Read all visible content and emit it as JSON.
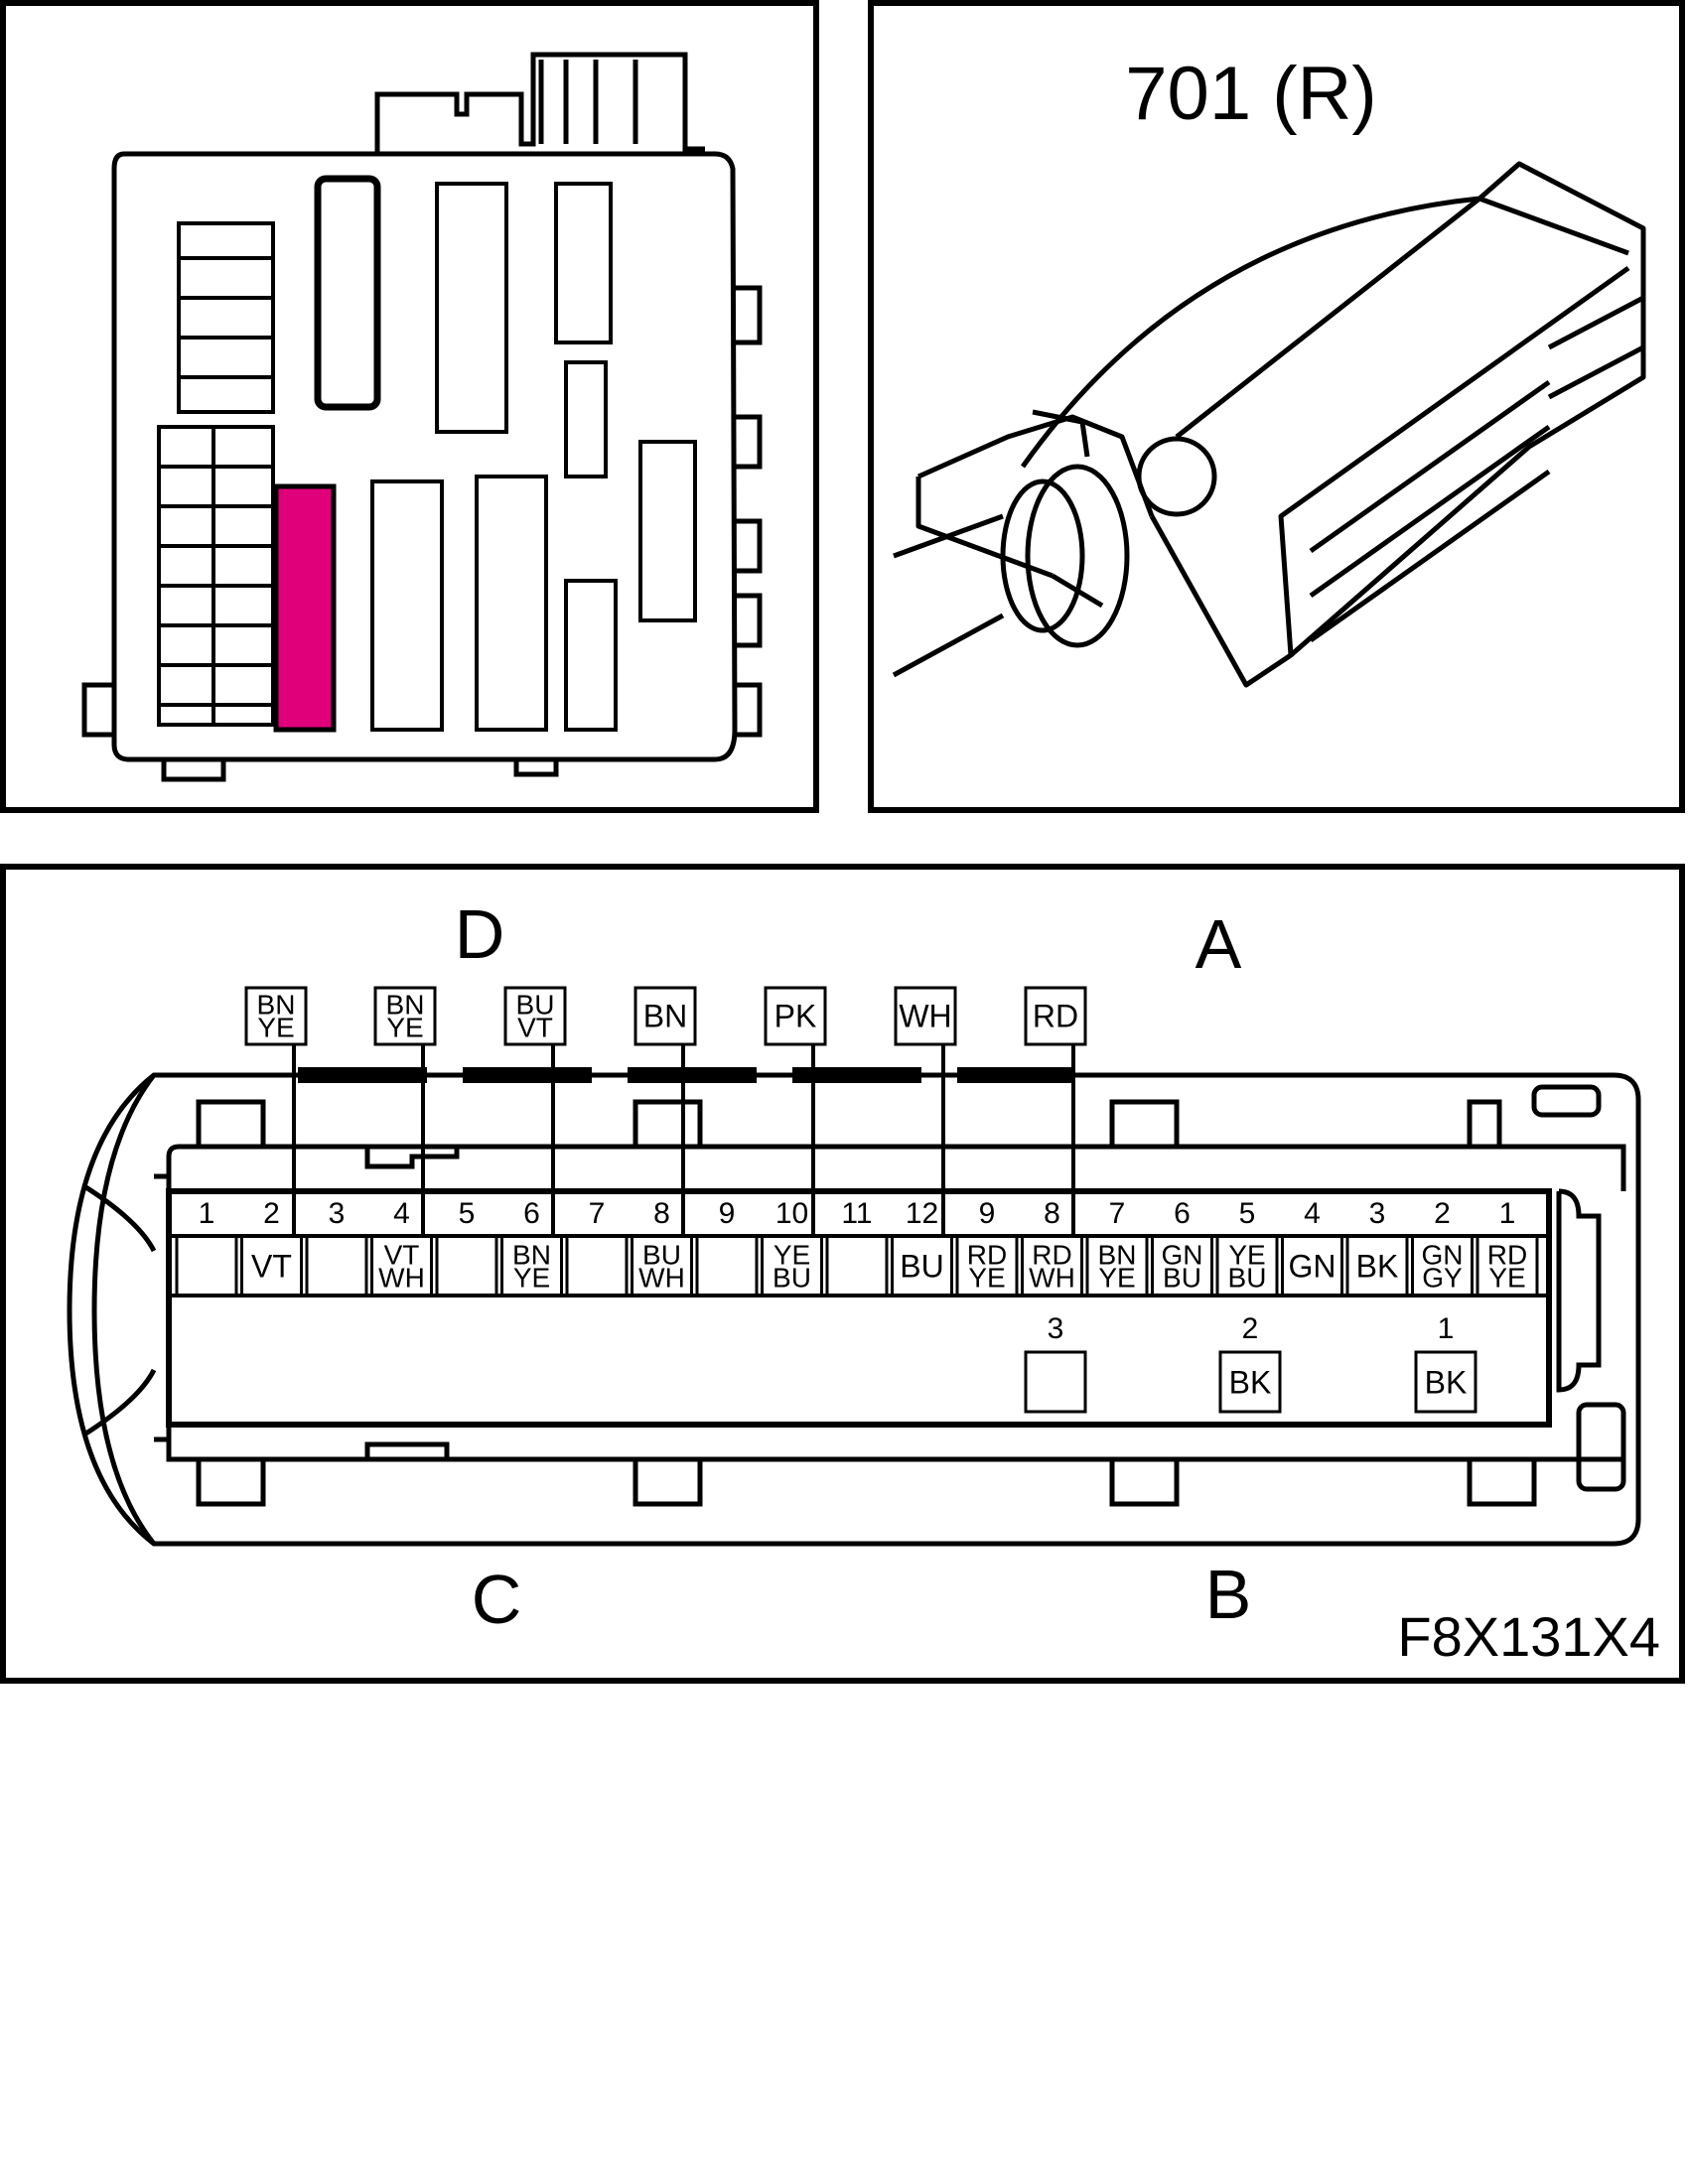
{
  "connector_title": "701 (R)",
  "side_labels": {
    "top_left": "D",
    "top_right": "A",
    "bottom_left": "C",
    "bottom_right": "B"
  },
  "figure_code": "F8X131X4",
  "highlight_color": "#e0007a",
  "d_row": {
    "numbers": [
      "1",
      "2",
      "3",
      "4",
      "5",
      "6",
      "7",
      "8",
      "9",
      "10",
      "11",
      "12"
    ],
    "cells": [
      [],
      [
        "VT"
      ],
      [],
      [
        "VT",
        "WH"
      ],
      [],
      [
        "BN",
        "YE"
      ],
      [],
      [
        "BU",
        "WH"
      ],
      [],
      [
        "YE",
        "BU"
      ],
      [],
      [
        "BU"
      ]
    ]
  },
  "a_row": {
    "numbers": [
      "9",
      "8",
      "7",
      "6",
      "5",
      "4",
      "3",
      "2",
      "1"
    ],
    "cells": [
      [
        "RD",
        "YE"
      ],
      [
        "RD",
        "WH"
      ],
      [
        "BN",
        "YE"
      ],
      [
        "GN",
        "BU"
      ],
      [
        "YE",
        "BU"
      ],
      [
        "GN"
      ],
      [
        "BK"
      ],
      [
        "GN",
        "GY"
      ],
      [
        "RD",
        "YE"
      ]
    ]
  },
  "c_row": {
    "tags": [
      [
        "BN",
        "YE"
      ],
      [
        "BN",
        "YE"
      ],
      [
        "BU",
        "VT"
      ],
      [
        "BN"
      ],
      [
        "PK"
      ],
      [
        "WH"
      ],
      [
        "RD"
      ]
    ]
  },
  "b_row": {
    "numbers": [
      "3",
      "2",
      "1"
    ],
    "cells": [
      [],
      [
        "BK"
      ],
      [
        "BK"
      ]
    ]
  }
}
